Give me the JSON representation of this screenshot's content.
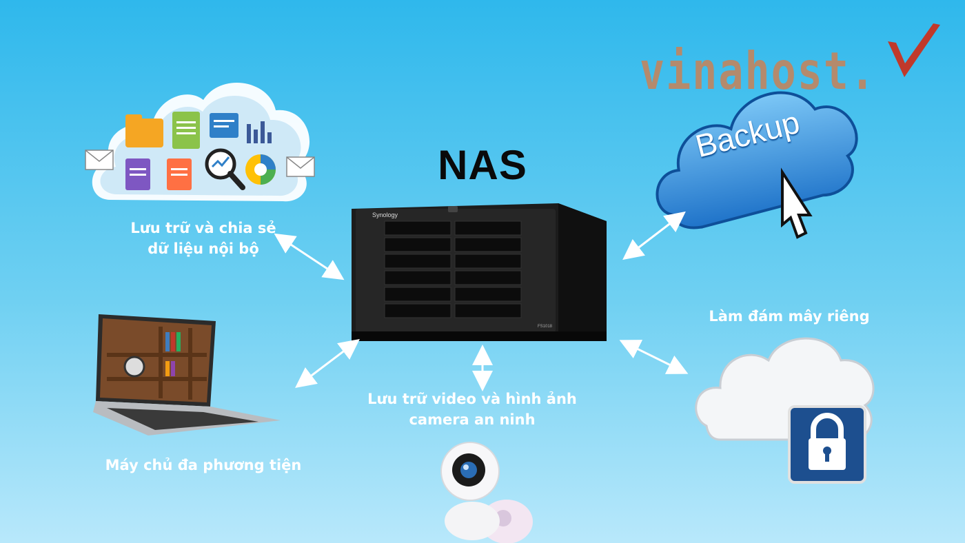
{
  "title": "NAS",
  "brand": {
    "logo_text": "vinahost."
  },
  "nodes": {
    "internal_sharing": {
      "line1": "Lưu trữ và chia sẻ",
      "line2": "dữ liệu nội bộ"
    },
    "backup": {
      "badge": "Backup"
    },
    "private_cloud": {
      "label": "Làm đám mây riêng"
    },
    "camera_storage": {
      "line1": "Lưu trữ video và hình ảnh",
      "line2": "camera an ninh"
    },
    "media_server": {
      "label": "Máy chủ đa phương tiện"
    }
  },
  "device": {
    "brand": "Synology",
    "model": "FS1018"
  },
  "colors": {
    "background_top": "#2fb8ec",
    "background_bottom": "#b8e8fb",
    "label_text": "#ffffff",
    "title_text": "#0a0a0a",
    "brand_text": "#b48a6c",
    "brand_check": "#c0392b",
    "arrow": "#ffffff"
  }
}
